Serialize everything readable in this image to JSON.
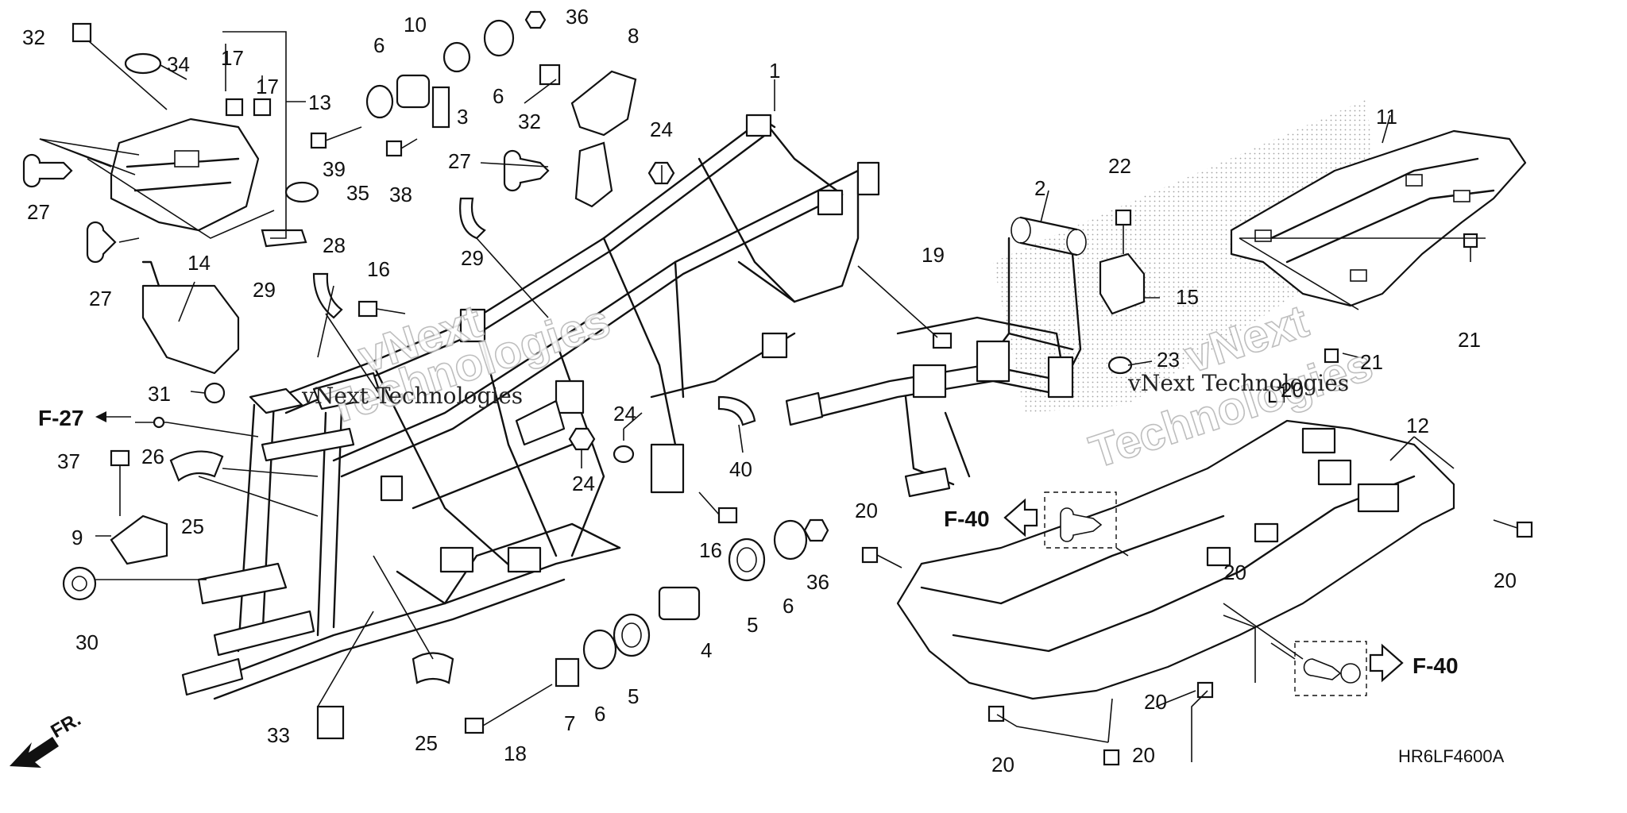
{
  "diagram": {
    "code": "HR6LF4600A",
    "front_marker": "FR.",
    "watermarks": [
      "vNext",
      "Technologies",
      "vNext",
      "Technologies"
    ],
    "watermark_text_small": [
      "vNext Technologies",
      "vNext Technologies"
    ],
    "refs": [
      {
        "id": "ref-f27",
        "label": "F-27"
      },
      {
        "id": "ref-f40-left",
        "label": "F-40"
      },
      {
        "id": "ref-f40-right",
        "label": "F-40"
      }
    ],
    "callouts": [
      {
        "label": "32"
      },
      {
        "label": "34"
      },
      {
        "label": "17"
      },
      {
        "label": "17"
      },
      {
        "label": "13"
      },
      {
        "label": "27"
      },
      {
        "label": "27"
      },
      {
        "label": "14"
      },
      {
        "label": "31"
      },
      {
        "label": "26"
      },
      {
        "label": "37"
      },
      {
        "label": "9"
      },
      {
        "label": "30"
      },
      {
        "label": "25"
      },
      {
        "label": "33"
      },
      {
        "label": "25"
      },
      {
        "label": "18"
      },
      {
        "label": "7"
      },
      {
        "label": "6"
      },
      {
        "label": "5"
      },
      {
        "label": "4"
      },
      {
        "label": "5"
      },
      {
        "label": "6"
      },
      {
        "label": "36"
      },
      {
        "label": "16"
      },
      {
        "label": "40"
      },
      {
        "label": "24"
      },
      {
        "label": "24"
      },
      {
        "label": "29"
      },
      {
        "label": "16"
      },
      {
        "label": "29"
      },
      {
        "label": "6"
      },
      {
        "label": "10"
      },
      {
        "label": "3"
      },
      {
        "label": "6"
      },
      {
        "label": "36"
      },
      {
        "label": "8"
      },
      {
        "label": "32"
      },
      {
        "label": "39"
      },
      {
        "label": "38"
      },
      {
        "label": "35"
      },
      {
        "label": "28"
      },
      {
        "label": "27"
      },
      {
        "label": "24"
      },
      {
        "label": "1"
      },
      {
        "label": "19"
      },
      {
        "label": "2"
      },
      {
        "label": "22"
      },
      {
        "label": "15"
      },
      {
        "label": "23"
      },
      {
        "label": "11"
      },
      {
        "label": "21"
      },
      {
        "label": "21"
      },
      {
        "label": "20"
      },
      {
        "label": "12"
      },
      {
        "label": "20"
      },
      {
        "label": "20"
      },
      {
        "label": "20"
      },
      {
        "label": "20"
      },
      {
        "label": "20"
      },
      {
        "label": "20"
      }
    ]
  }
}
